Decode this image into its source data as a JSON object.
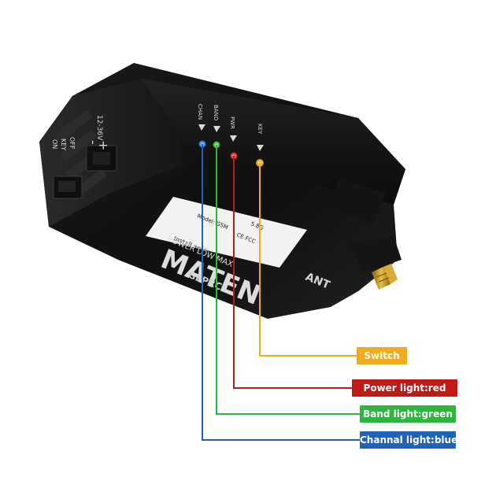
{
  "device": {
    "brand": "GEPRC",
    "model": "MATEN",
    "subtitle": "POWER LOW MAX",
    "voltage": "12-36V",
    "plus": "+",
    "minus": "-",
    "ant_label": "ANT",
    "switch_text": [
      "ON",
      "KEY",
      "OFF"
    ],
    "side_labels": {
      "chan": "CHAN",
      "band": "BAND",
      "pwr": "PWR",
      "key": "KEY"
    },
    "caution_line1": "Install antennas before use!",
    "caution_line2": "CAUTION",
    "model_code": "Model: G5M",
    "freq_text": "5.8G",
    "ce_text": "CE FCC"
  },
  "callouts": [
    {
      "label": "Switch",
      "color": "#f2ab1e"
    },
    {
      "label": "Power light:red",
      "color": "#c01a17"
    },
    {
      "label": "Band light:green",
      "color": "#2db53d"
    },
    {
      "label": "Channal light:blue",
      "color": "#1e63b7"
    }
  ]
}
